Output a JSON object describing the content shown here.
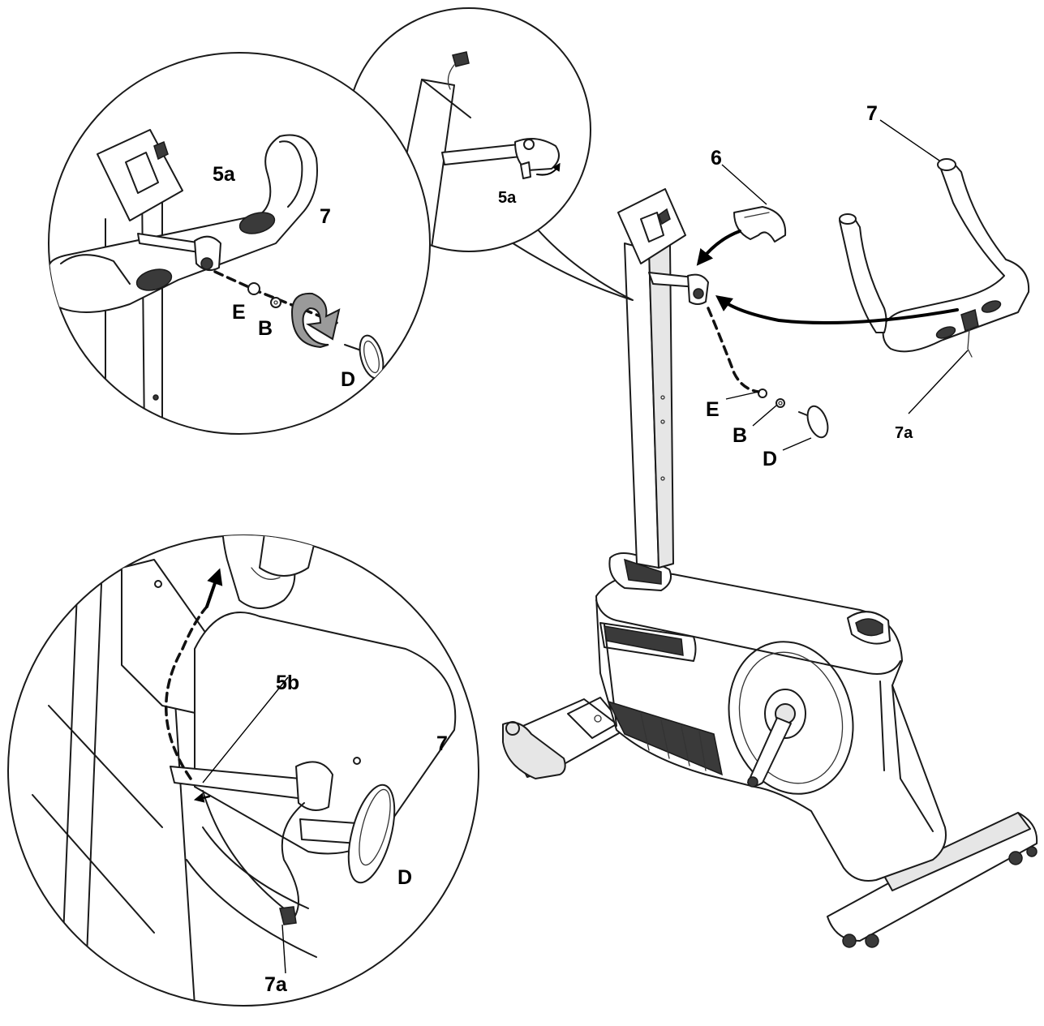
{
  "labels": {
    "top_right_7": "7",
    "part_6": "6",
    "detail_top_5a": "5a",
    "detail_left_5a": "5a",
    "detail_left_7": "7",
    "detail_left_E": "E",
    "detail_left_B": "B",
    "detail_left_D": "D",
    "main_E": "E",
    "main_B": "B",
    "main_D": "D",
    "main_7a": "7a",
    "detail_bottom_5b": "5b",
    "detail_bottom_7": "7",
    "detail_bottom_D": "D",
    "detail_bottom_7a": "7a"
  }
}
